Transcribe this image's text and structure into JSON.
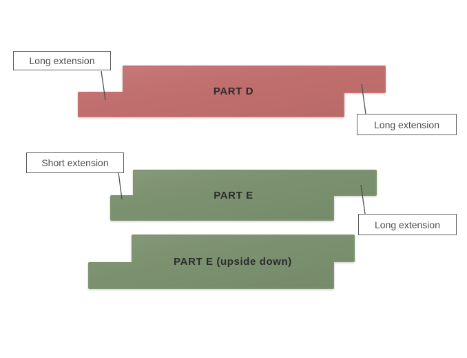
{
  "colors": {
    "part_d": "#c57170",
    "part_e": "#7e9471",
    "leader_line": "#4f4f4f"
  },
  "parts": [
    {
      "label": "PART D"
    },
    {
      "label": "PART E"
    },
    {
      "label": "PART E (upside down)"
    }
  ],
  "callouts": {
    "d_left": "Long extension",
    "d_right": "Long extension",
    "e_left": "Short extension",
    "e_right": "Long extension"
  }
}
